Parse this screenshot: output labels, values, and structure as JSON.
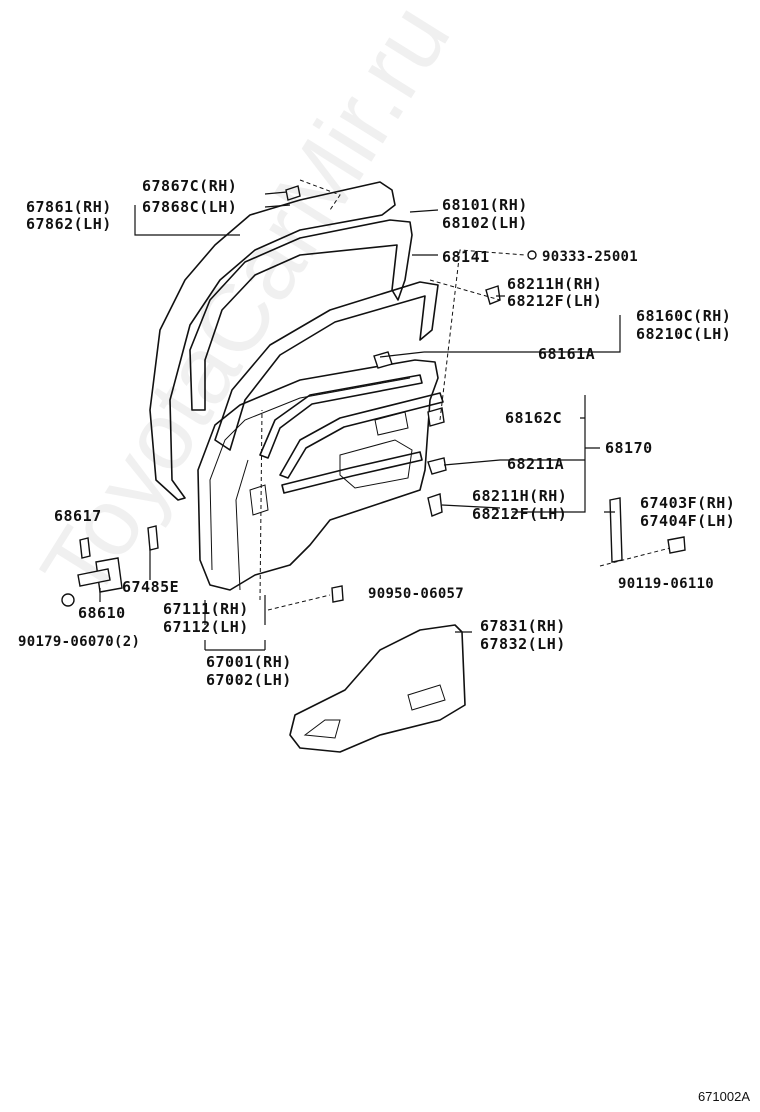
{
  "labels": {
    "l67867c": "67867C(RH)",
    "l67868c": "67868C(LH)",
    "l67861": "67861(RH)",
    "l67862": "67862(LH)",
    "l68101": "68101(RH)",
    "l68102": "68102(LH)",
    "l68141": "68141",
    "l90333": "90333-25001",
    "l68211h_top": "68211H(RH)",
    "l68212f_top": "68212F(LH)",
    "l68160c": "68160C(RH)",
    "l68210c": "68210C(LH)",
    "l68161a": "68161A",
    "l68162c": "68162C",
    "l68170": "68170",
    "l68211a": "68211A",
    "l68211h_bot": "68211H(RH)",
    "l68212f_bot": "68212F(LH)",
    "l67403f": "67403F(RH)",
    "l67404f": "67404F(LH)",
    "l90119": "90119-06110",
    "l68617": "68617",
    "l67485e": "67485E",
    "l68610": "68610",
    "l90179": "90179-06070(2)",
    "l67111": "67111(RH)",
    "l67112": "67112(LH)",
    "l90950": "90950-06057",
    "l67831": "67831(RH)",
    "l67832": "67832(LH)",
    "l67001": "67001(RH)",
    "l67002": "67002(LH)"
  },
  "watermark": "ToyotaCarMir.ru",
  "figure_code": "671002A"
}
